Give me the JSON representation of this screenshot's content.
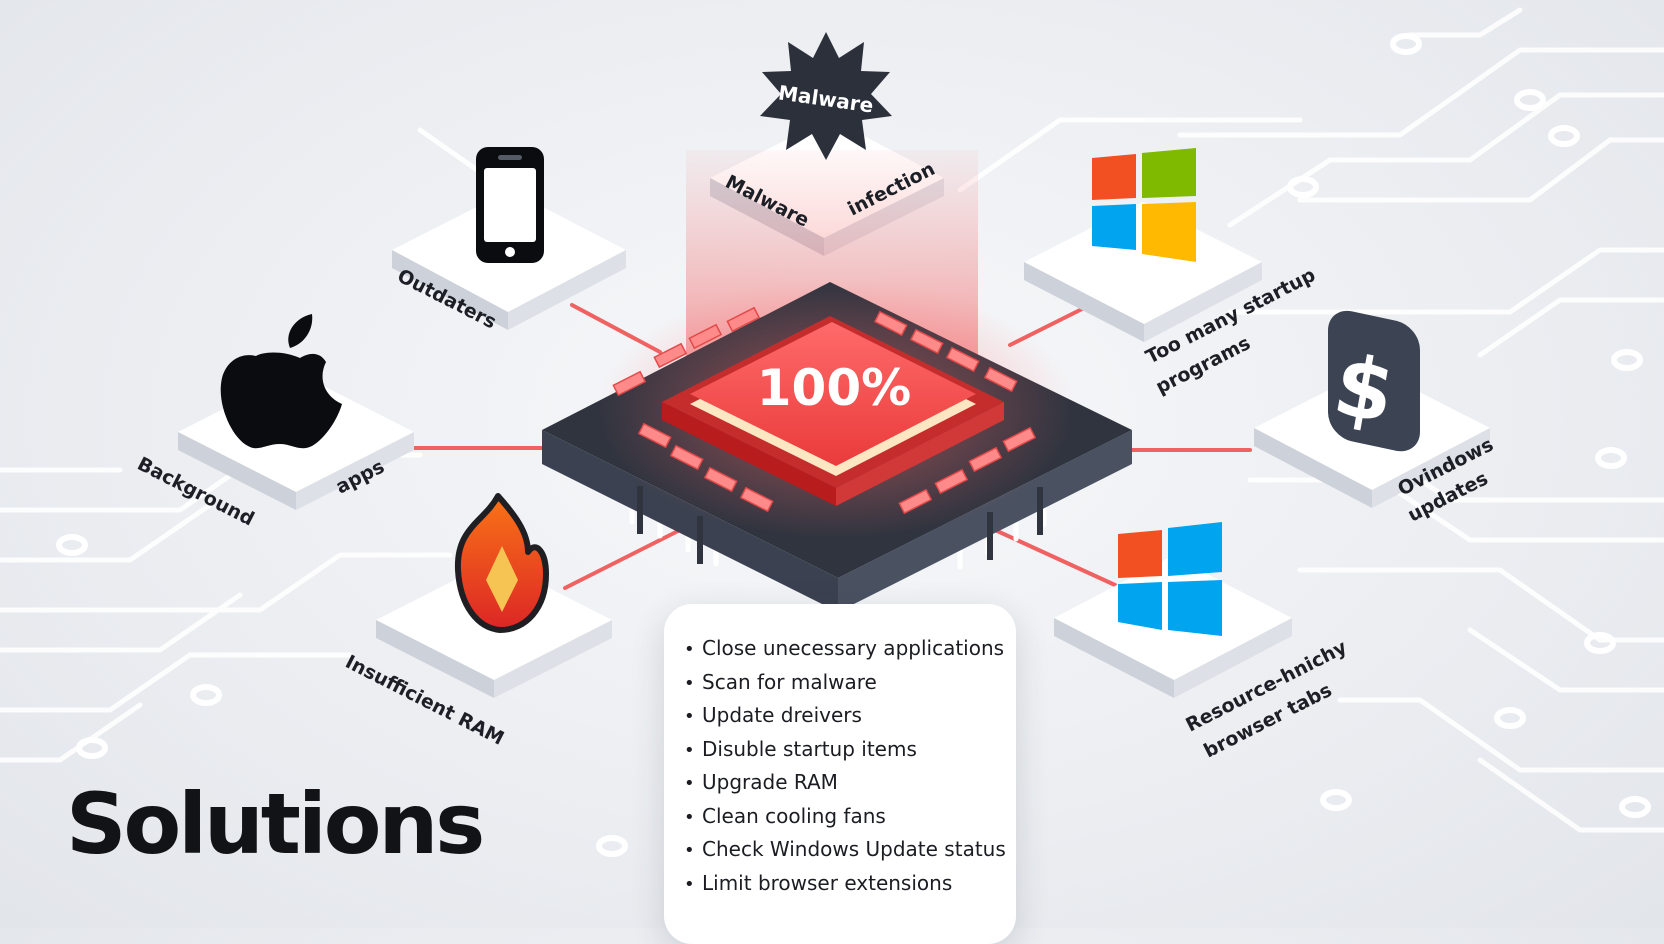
{
  "chip": {
    "usage_value": "100%"
  },
  "causes": {
    "malware_badge": "Malware",
    "malware_infection": [
      "Malware",
      "infection"
    ],
    "outdated": "Outdaters",
    "background_apps": [
      "Background",
      "apps"
    ],
    "insufficient_ram": "Insufficient RAM",
    "startup_programs": [
      "Too many startup",
      "programs"
    ],
    "windows_updates": [
      "Ovindows",
      "updates"
    ],
    "browser_tabs": [
      "Resource-hnichy",
      "browser tabs"
    ]
  },
  "solutions": {
    "title": "Solutions",
    "items": [
      "Close unecessary applications",
      "Scan for malware",
      "Update dreivers",
      "Disuble startup items",
      "Upgrade RAM",
      "Clean cooling fans",
      "Check Windows Update status",
      "Limit browser extensions"
    ]
  },
  "colors": {
    "accent_red": "#ef4444",
    "chip_body": "#2f343f",
    "windows_red": "#f25022",
    "windows_green": "#7fba00",
    "windows_blue": "#00a4ef",
    "windows_yellow": "#ffb900"
  }
}
